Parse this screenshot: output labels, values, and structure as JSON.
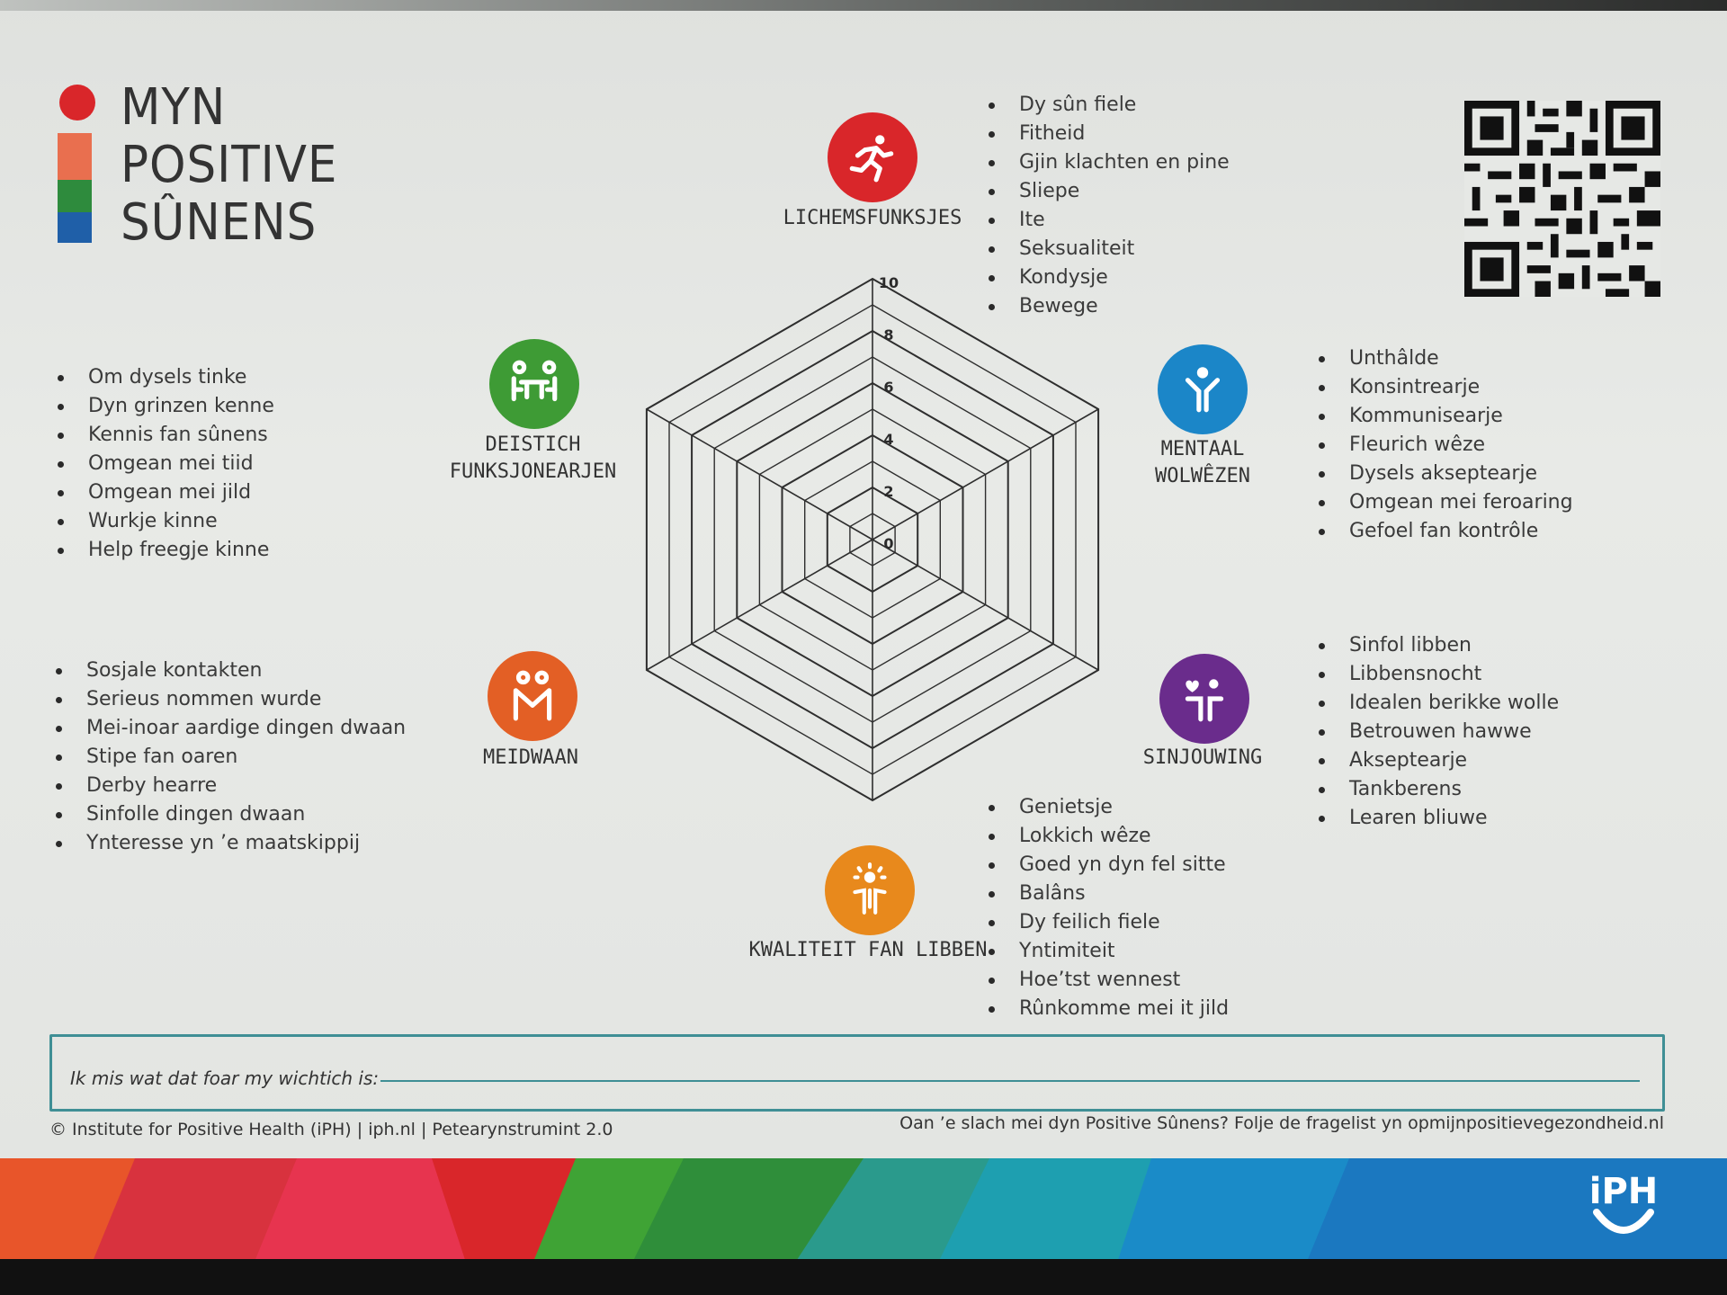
{
  "logo": {
    "line1": "MYN",
    "line2": "POSITIVE",
    "line3": "SÛNENS",
    "colors": [
      "#d9262a",
      "#e96f4f",
      "#2e8b3d",
      "#1f5fa8"
    ]
  },
  "dimensions": [
    {
      "id": "lichemsfunksjes",
      "title": "LICHEMSFUNKSJES",
      "color": "#d9262a",
      "icon": "running-person-icon",
      "items": [
        "Dy sûn fiele",
        "Fitheid",
        "Gjin klachten en pine",
        "Sliepe",
        "Ite",
        "Seksualiteit",
        "Kondysje",
        "Bewege"
      ]
    },
    {
      "id": "mentaal",
      "title_lines": [
        "MENTAAL",
        "WOLWÊZEN"
      ],
      "color": "#1b86c8",
      "icon": "person-arms-up-icon",
      "items": [
        "Unthâlde",
        "Konsintrearje",
        "Kommunisearje",
        "Fleurich wêze",
        "Dysels akseptearje",
        "Omgean mei feroaring",
        "Gefoel fan kontrôle"
      ]
    },
    {
      "id": "sinjouwing",
      "title": "SINJOUWING",
      "color": "#6a2c8c",
      "icon": "person-heart-icon",
      "items": [
        "Sinfol libben",
        "Libbensnocht",
        "Idealen berikke wolle",
        "Betrouwen hawwe",
        "Akseptearje",
        "Tankberens",
        "Learen bliuwe"
      ]
    },
    {
      "id": "kwaliteit",
      "title": "KWALITEIT FAN LIBBEN",
      "color": "#e8891c",
      "icon": "sun-person-icon",
      "items": [
        "Genietsje",
        "Lokkich wêze",
        "Goed yn dyn fel sitte",
        "Balâns",
        "Dy feilich fiele",
        "Yntimiteit",
        "Hoe’tst wennest",
        "Rûnkomme mei it jild"
      ]
    },
    {
      "id": "meidwaan",
      "title": "MEIDWAAN",
      "color": "#e35f25",
      "icon": "group-people-icon",
      "items": [
        "Sosjale kontakten",
        "Serieus nommen wurde",
        "Mei-inoar aardige dingen dwaan",
        "Stipe fan oaren",
        "Derby hearre",
        "Sinfolle dingen dwaan",
        "Ynteresse yn ’e maatskippij"
      ]
    },
    {
      "id": "deistich",
      "title_lines": [
        "DEISTICH",
        "FUNKSJONEARJEN"
      ],
      "color": "#3e9b35",
      "icon": "people-at-table-icon",
      "items": [
        "Om dysels tinke",
        "Dyn grinzen kenne",
        "Kennis fan sûnens",
        "Omgean mei tiid",
        "Omgean mei jild",
        "Wurkje kinne",
        "Help freegje kinne"
      ]
    }
  ],
  "chart_data": {
    "type": "radar",
    "axes": [
      "LICHEMSFUNKSJES",
      "MENTAAL WOLWÊZEN",
      "SINJOUWING",
      "KWALITEIT FAN LIBBEN",
      "MEIDWAAN",
      "DEISTICH FUNKSJONEARJEN"
    ],
    "scale_ticks": [
      "0",
      "2",
      "4",
      "6",
      "8",
      "10"
    ],
    "range": [
      0,
      10
    ],
    "series": []
  },
  "bottom_box": {
    "label": "Ik mis wat dat foar my wichtich is:"
  },
  "footer": {
    "left": "© Institute for Positive Health (iPH) | iph.nl | Petearynstrumint 2.0",
    "right": "Oan ’e slach mei dyn Positive Sûnens? Folje de fragelist yn opmijnpositievegezondheid.nl"
  },
  "brand": {
    "iph": "iPH"
  }
}
